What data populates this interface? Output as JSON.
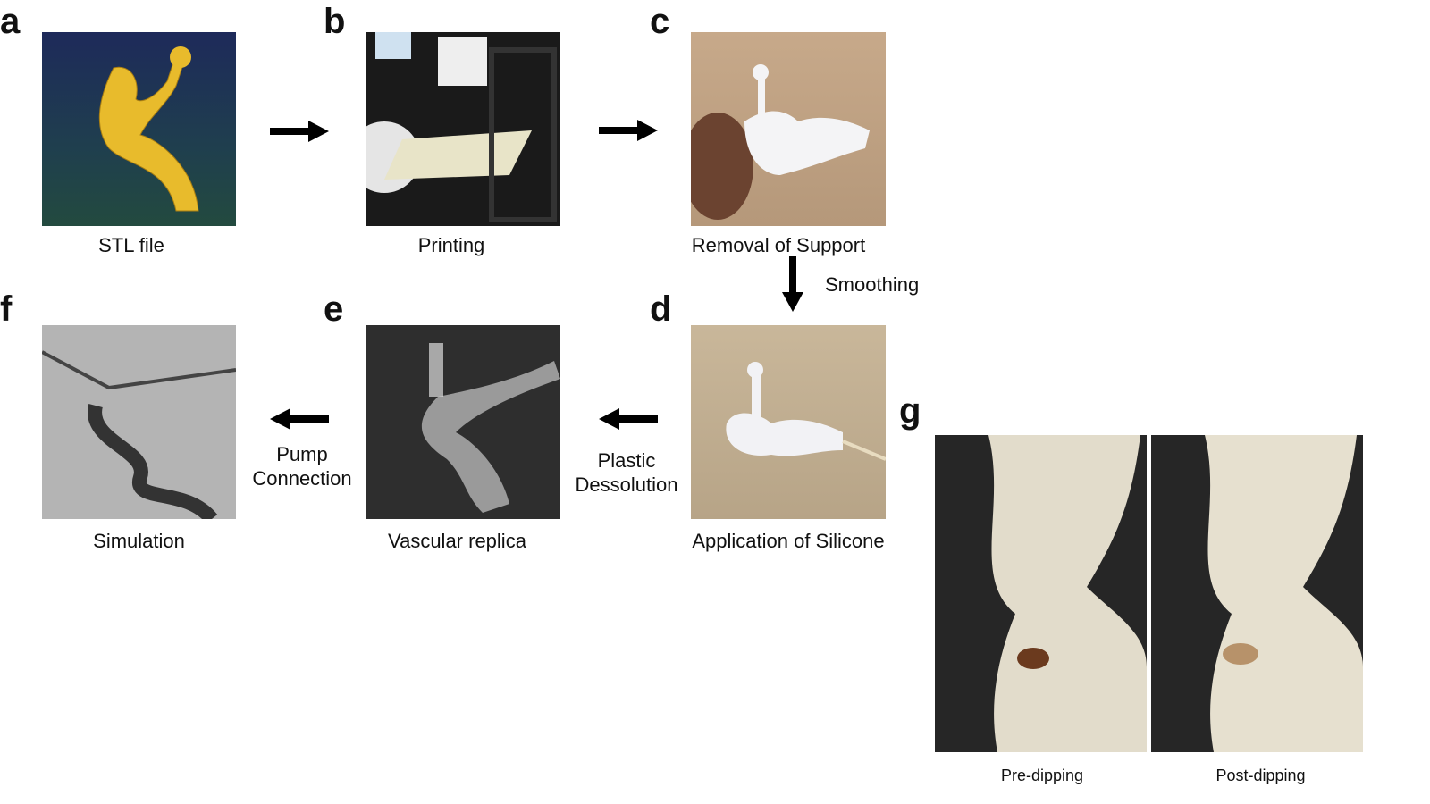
{
  "panels": {
    "a": {
      "letter": "a",
      "caption": "STL file"
    },
    "b": {
      "letter": "b",
      "caption": "Printing"
    },
    "c": {
      "letter": "c",
      "caption": "Removal of Support"
    },
    "d": {
      "letter": "d",
      "caption": "Application of Silicone"
    },
    "e": {
      "letter": "e",
      "caption": "Vascular replica"
    },
    "f": {
      "letter": "f",
      "caption": "Simulation"
    },
    "g": {
      "letter": "g",
      "left_caption": "Pre-dipping",
      "right_caption": "Post-dipping"
    }
  },
  "steps": {
    "c_to_d": "Smoothing",
    "d_to_e_line1": "Plastic",
    "d_to_e_line2": "Dessolution",
    "e_to_f_line1": "Pump",
    "e_to_f_line2": "Connection"
  }
}
